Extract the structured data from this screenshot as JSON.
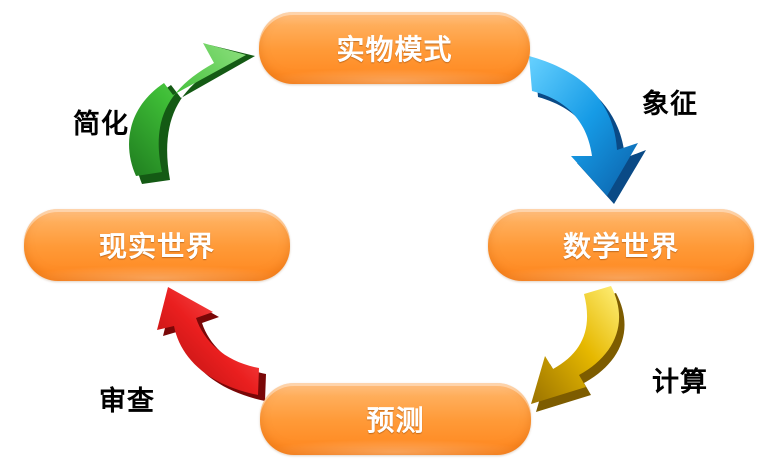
{
  "diagram": {
    "nodes": {
      "top": "实物模式",
      "left": "现实世界",
      "right": "数学世界",
      "bottom": "预测"
    },
    "edges": {
      "simplify": "简化",
      "symbolize": "象征",
      "compute": "计算",
      "review": "审查"
    },
    "colors": {
      "node_orange": "#ff9a38",
      "arrow_green": "#3fbe37",
      "arrow_blue": "#169be6",
      "arrow_gold": "#e6b800",
      "arrow_red": "#ea1f1f"
    }
  }
}
